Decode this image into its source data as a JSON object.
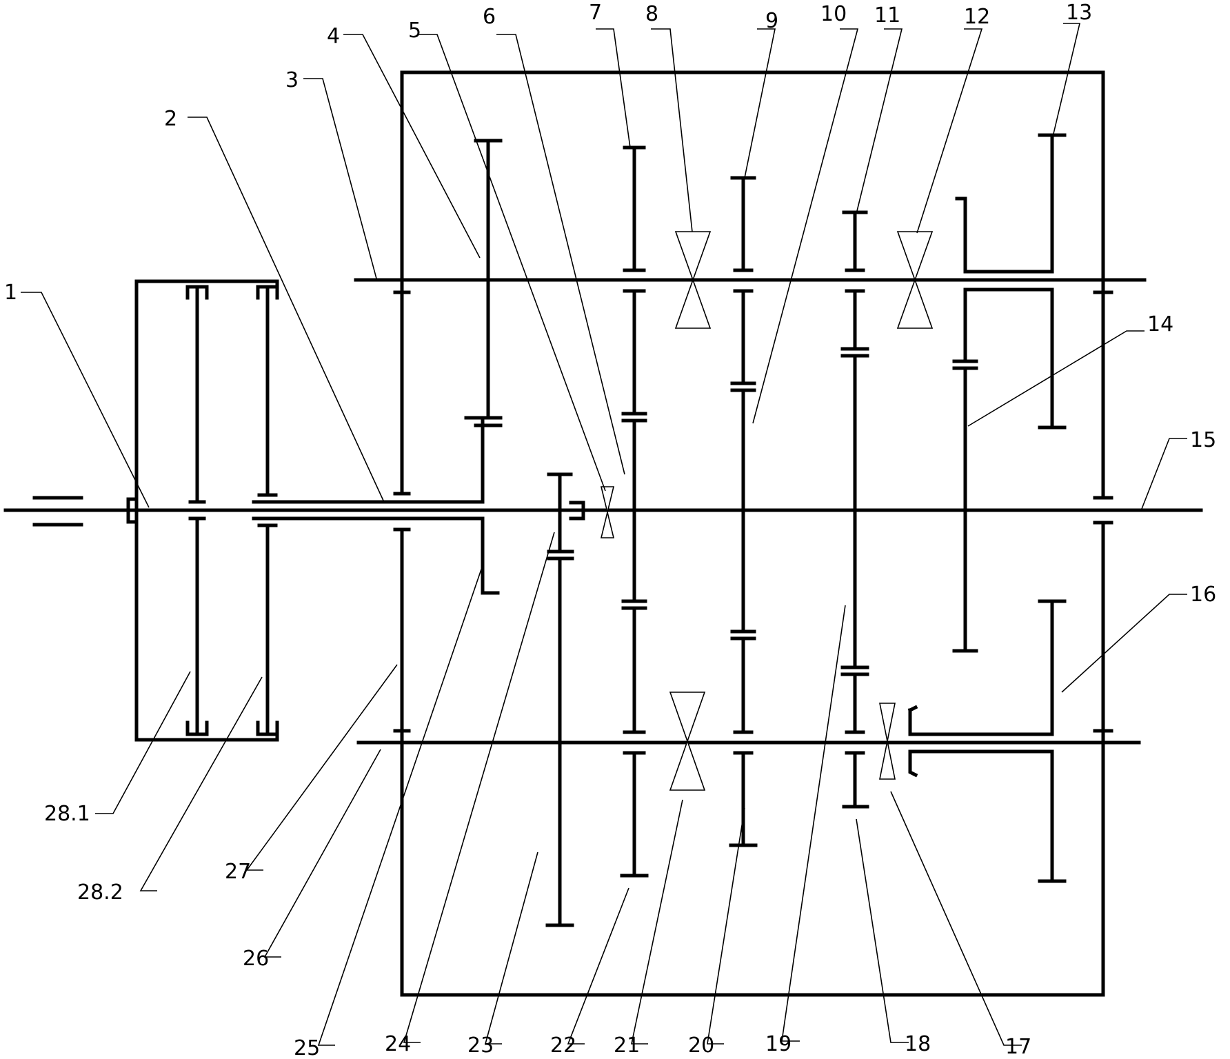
{
  "labels": [
    {
      "key": "l1",
      "text": "1"
    },
    {
      "key": "l2",
      "text": "2"
    },
    {
      "key": "l3",
      "text": "3"
    },
    {
      "key": "l4",
      "text": "4"
    },
    {
      "key": "l5",
      "text": "5"
    },
    {
      "key": "l6",
      "text": "6"
    },
    {
      "key": "l7",
      "text": "7"
    },
    {
      "key": "l8",
      "text": "8"
    },
    {
      "key": "l9",
      "text": "9"
    },
    {
      "key": "l10",
      "text": "10"
    },
    {
      "key": "l11",
      "text": "11"
    },
    {
      "key": "l12",
      "text": "12"
    },
    {
      "key": "l13",
      "text": "13"
    },
    {
      "key": "l14",
      "text": "14"
    },
    {
      "key": "l15",
      "text": "15"
    },
    {
      "key": "l16",
      "text": "16"
    },
    {
      "key": "l17",
      "text": "17"
    },
    {
      "key": "l18",
      "text": "18"
    },
    {
      "key": "l19",
      "text": "19"
    },
    {
      "key": "l20",
      "text": "20"
    },
    {
      "key": "l21",
      "text": "21"
    },
    {
      "key": "l22",
      "text": "22"
    },
    {
      "key": "l23",
      "text": "23"
    },
    {
      "key": "l24",
      "text": "24"
    },
    {
      "key": "l25",
      "text": "25"
    },
    {
      "key": "l26",
      "text": "26"
    },
    {
      "key": "l27",
      "text": "27"
    },
    {
      "key": "l281",
      "text": "28.1"
    },
    {
      "key": "l282",
      "text": "28.2"
    }
  ]
}
